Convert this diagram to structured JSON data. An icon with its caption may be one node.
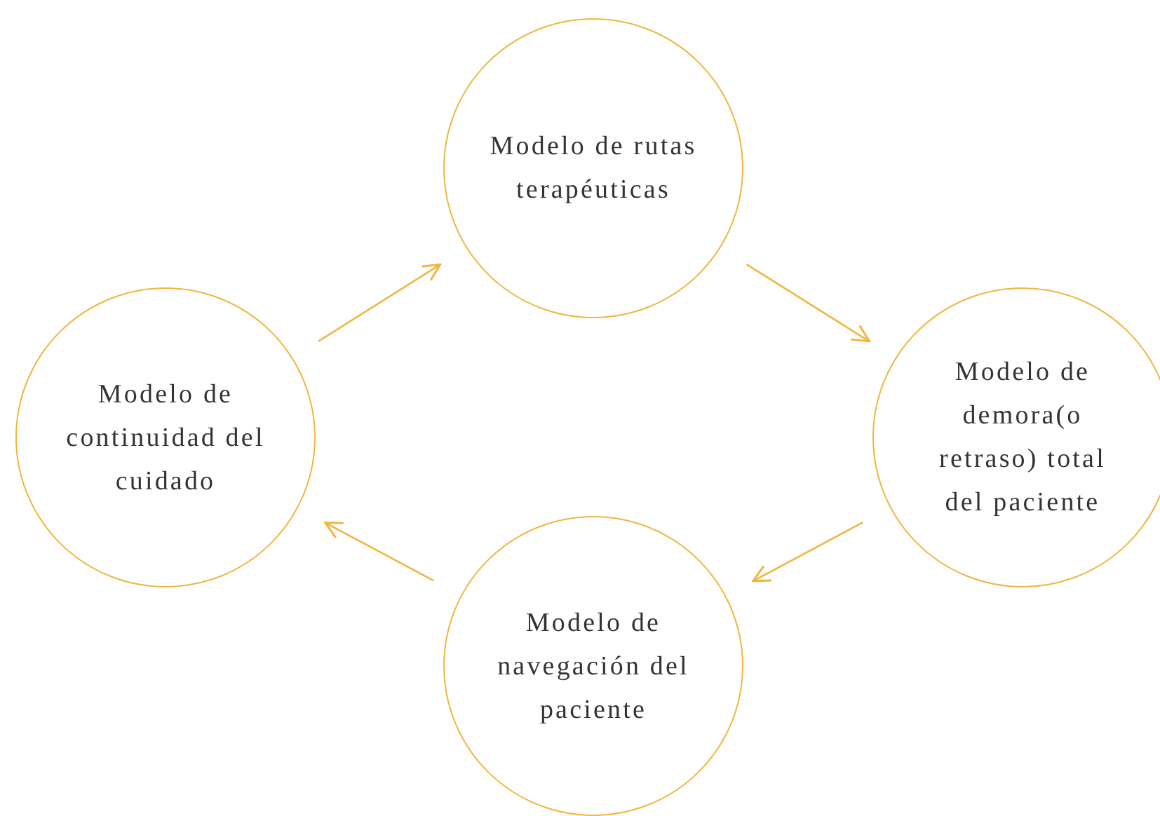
{
  "diagram": {
    "nodes": [
      {
        "text": [
          "Modelo de rutas terapéuticas"
        ]
      },
      {
        "text": [
          "Modelo de demora(o retraso) total del paciente"
        ]
      },
      {
        "text": [
          "Modelo de navegación del paciente"
        ]
      },
      {
        "text": [
          "Modelo de continuidad del cuidado"
        ]
      }
    ],
    "edges": [
      {
        "from": 0,
        "to": 1,
        "arrow": "to"
      },
      {
        "from": 1,
        "to": 2,
        "arrow": "to"
      },
      {
        "from": 2,
        "to": 3,
        "arrow": "to"
      },
      {
        "from": 3,
        "to": 0,
        "arrow": "to"
      }
    ]
  }
}
